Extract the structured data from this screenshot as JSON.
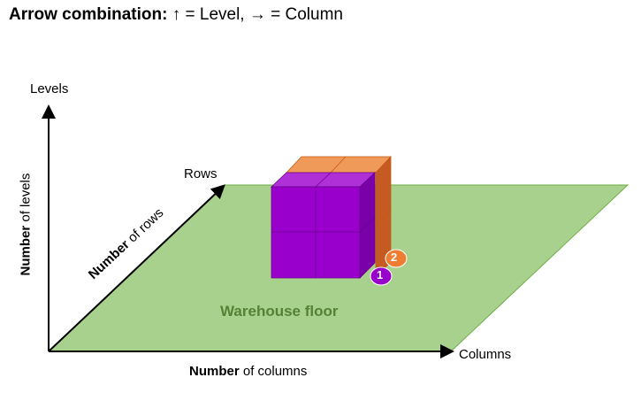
{
  "title": {
    "bold": "Arrow combination:",
    "rest": " ↑ = Level, → = Column"
  },
  "axes": {
    "levels": "Levels",
    "rows": "Rows",
    "columns": "Columns",
    "number_of_levels": {
      "bold": "Number",
      "rest": " of levels"
    },
    "number_of_rows": {
      "bold": "Number",
      "rest": " of rows"
    },
    "number_of_columns": {
      "bold": "Number",
      "rest": " of columns"
    }
  },
  "floor_label": "Warehouse floor",
  "badges": [
    "1",
    "2"
  ],
  "colors": {
    "floor": "#a9d18e",
    "floor_text": "#548235",
    "purple": "#9900cc",
    "orange": "#ed7d31"
  }
}
